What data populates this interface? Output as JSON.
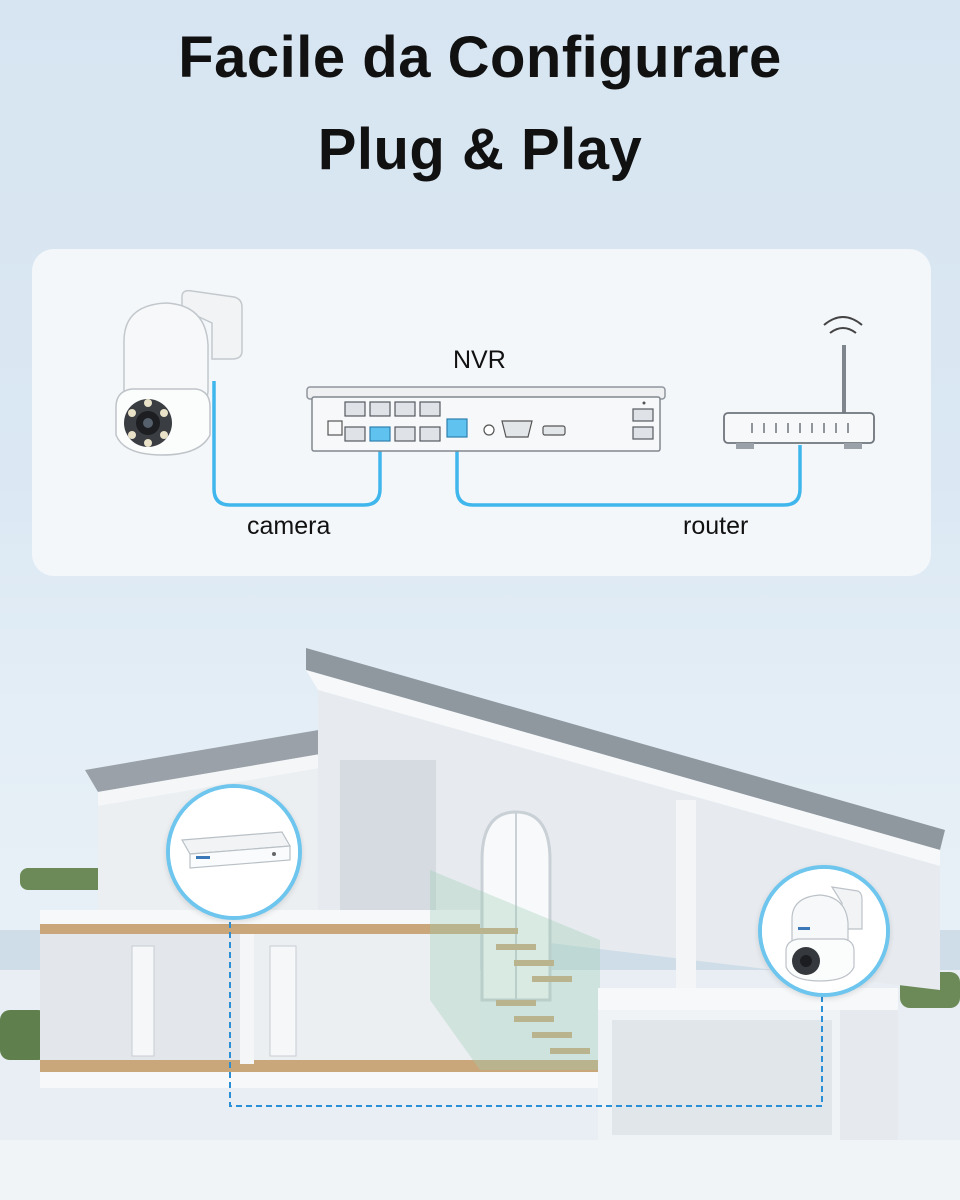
{
  "header": {
    "title_line_1": "Facile da Configurare",
    "title_line_2": "Plug & Play"
  },
  "diagram": {
    "nvr_label": "NVR",
    "camera_label": "camera",
    "router_label": "router",
    "cable_color": "#3fb6ec",
    "card_background": "#f4f7fa"
  },
  "house_scene": {
    "bubble_border_color": "#6ec6ee",
    "dashed_link_color": "#2b8fd6"
  },
  "icons": [
    "ptz-camera-icon",
    "nvr-recorder-icon",
    "router-icon",
    "wifi-signal-icon",
    "house-icon"
  ]
}
